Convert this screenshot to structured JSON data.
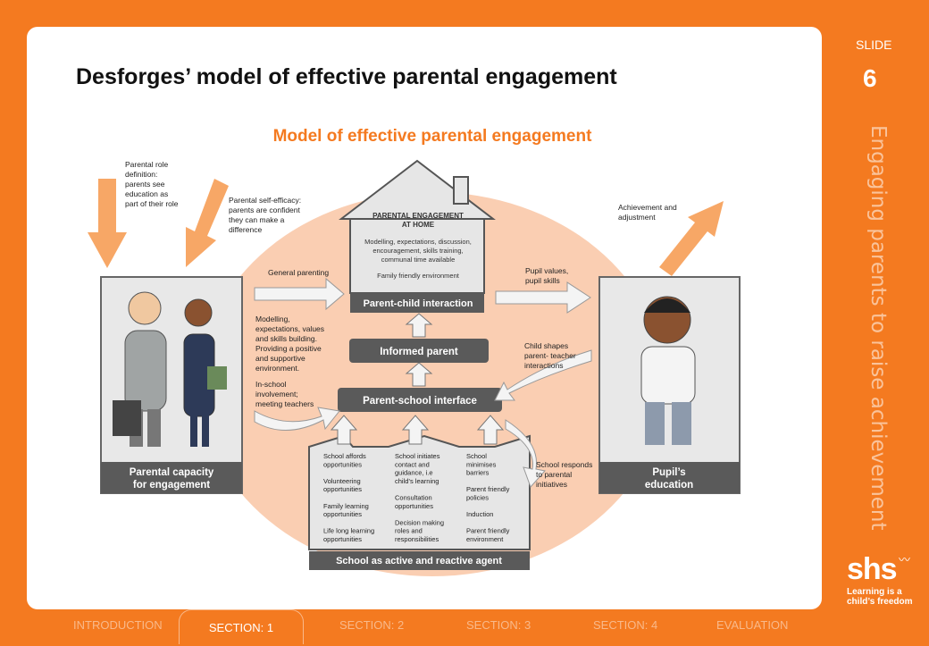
{
  "slide": {
    "label": "SLIDE",
    "number": "6",
    "title": "Desforges’ model of effective parental engagement",
    "vertical_text": "Engaging parents to raise achievement"
  },
  "logo": {
    "name": "shs",
    "tagline_line1": "Learning is a",
    "tagline_line2": "child’s freedom"
  },
  "nav": {
    "items": [
      "INTRODUCTION",
      "SECTION: 1",
      "SECTION: 2",
      "SECTION: 3",
      "SECTION: 4",
      "EVALUATION"
    ],
    "active": "SECTION: 1"
  },
  "diagram": {
    "title": "Model of effective parental engagement",
    "left_panel": "Parental capacity for engagement",
    "right_panel": "Pupil’s education",
    "left_panel_l1": "Parental capacity",
    "left_panel_l2": "for engagement",
    "right_panel_l1": "Pupil’s",
    "right_panel_l2": "education",
    "role_def": [
      "Parental role",
      "definition:",
      "parents see",
      "education as",
      "part of their role"
    ],
    "self_efficacy": [
      "Parental self-efficacy:",
      "parents are confident",
      "they can make a",
      "difference"
    ],
    "home_title": [
      "PARENTAL ENGAGEMENT",
      "AT HOME"
    ],
    "home_body": [
      "Modelling, expectations, discussion,",
      "encouragement, skills training,",
      "communal time available",
      "Family friendly environment"
    ],
    "home_footer": "Parent-child interaction",
    "informed": "Informed parent",
    "interface": "Parent-school interface",
    "general_parenting": "General parenting",
    "modelling": [
      "Modelling,",
      "expectations, values",
      "and skills building.",
      "Providing a positive",
      "and supportive",
      "environment."
    ],
    "in_school": [
      "In-school",
      "involvement;",
      "meeting teachers"
    ],
    "pupil_values": [
      "Pupil values,",
      "pupil skills"
    ],
    "achievement": [
      "Achievement and",
      "adjustment"
    ],
    "child_shapes": [
      "Child shapes",
      "parent- teacher",
      "interactions"
    ],
    "school_responds": [
      "School responds",
      "to parental",
      "initiatives"
    ],
    "col1": [
      "School affords",
      "opportunities",
      "",
      "Volunteering",
      "opportunities",
      "",
      "Family learning",
      "opportunities",
      "",
      "Life long learning",
      "opportunities"
    ],
    "col2": [
      "School initiates",
      "contact and",
      "guidance, i.e",
      "child’s learning",
      "",
      "Consultation",
      "opportunities",
      "",
      "Decision making",
      "roles and",
      "responsibilities"
    ],
    "col3": [
      "School",
      "minimises",
      "barriers",
      "",
      "Parent friendly",
      "policies",
      "",
      "Induction",
      "",
      "Parent friendly",
      "environment"
    ],
    "school_footer": "School as active and reactive agent"
  },
  "colors": {
    "accent": "#f47a20",
    "panel": "#555555",
    "oval": "#f9c6a4"
  }
}
